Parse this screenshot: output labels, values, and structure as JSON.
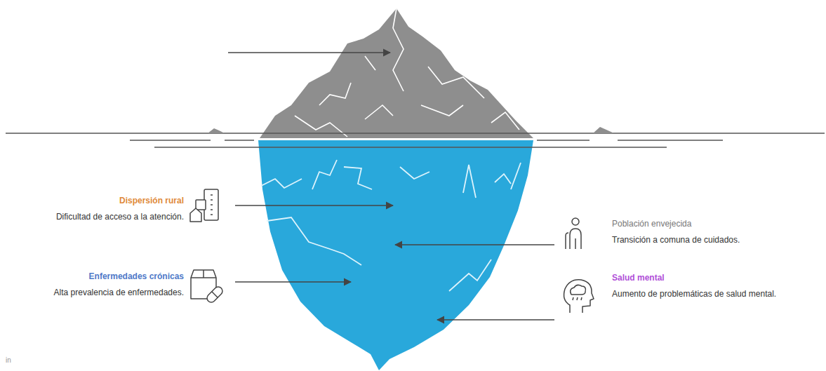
{
  "diagram": {
    "labels": [
      "Dispersión rural",
      "Dificultad de acceso a la atención.",
      "Enfermedades crónicas",
      "Alta prevalencia de enfermedades.",
      "Población envejecida",
      "Transición a comuna de cuidados.",
      "Salud mental",
      "Aumento de problemáticas de salud mental.",
      "in"
    ]
  }
}
